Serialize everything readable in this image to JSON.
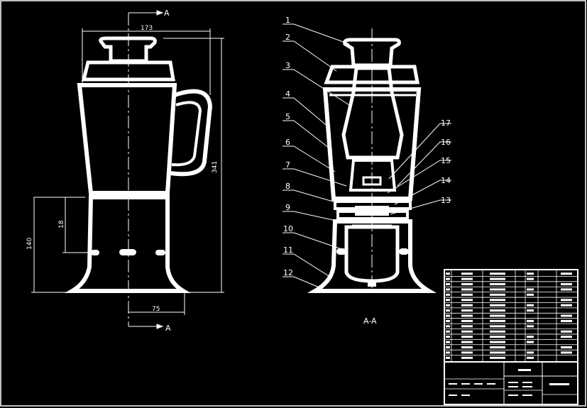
{
  "drawing": {
    "section_marker_top": "A",
    "section_marker_bottom": "A",
    "section_caption": "A-A",
    "dimensions": {
      "top_width": "173",
      "total_height": "341",
      "base_height": "140",
      "inner_height": "18",
      "half_base_width": "75"
    },
    "part_numbers": [
      "1",
      "2",
      "3",
      "4",
      "5",
      "6",
      "7",
      "8",
      "9",
      "10",
      "11",
      "12",
      "13",
      "14",
      "15",
      "16",
      "17"
    ]
  },
  "colors": {
    "background": "#000000",
    "lines": "#ffffff"
  }
}
